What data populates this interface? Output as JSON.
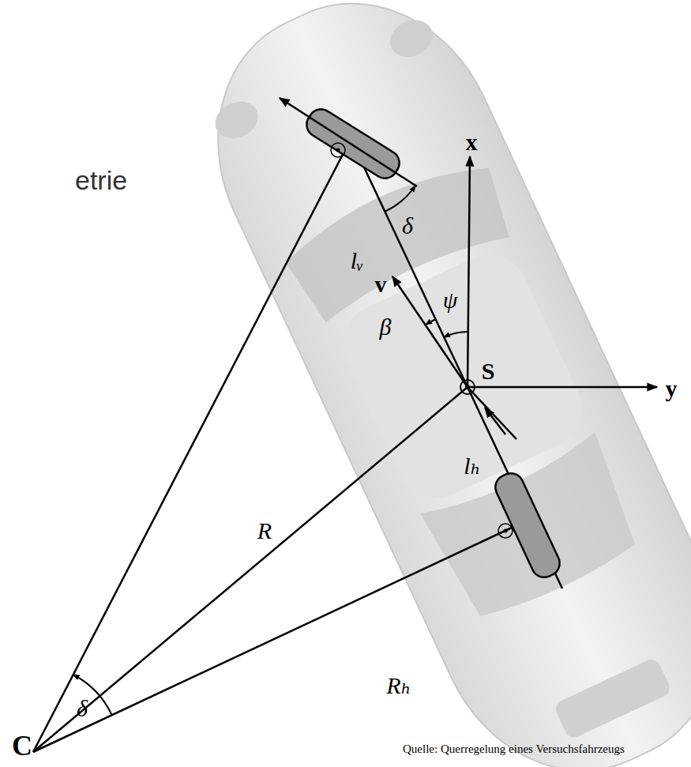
{
  "diagram": {
    "labels": [
      "etrie",
      "x",
      "y",
      "S",
      "v",
      "ψ",
      "β",
      "δ",
      "lᵥ",
      "lₕ",
      "R",
      "Rₕ",
      "δ",
      "C",
      "Quelle: Querregelung eines Versuchsfahrzeugs"
    ]
  }
}
